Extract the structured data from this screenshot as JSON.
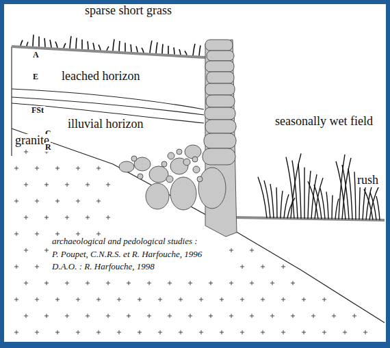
{
  "diagram": {
    "labels": [
      "sparse short grass",
      "A",
      "E",
      "leached horizon",
      "FSt",
      "illuvial horizon",
      "C",
      "granite",
      "R",
      "seasonally wet field",
      "rush",
      "archaeological and pedological studies :",
      "P. Poupet, C.N.R.S. et R. Harfouche, 1996",
      "D.A.O. : R. Harfouche, 1998"
    ]
  }
}
